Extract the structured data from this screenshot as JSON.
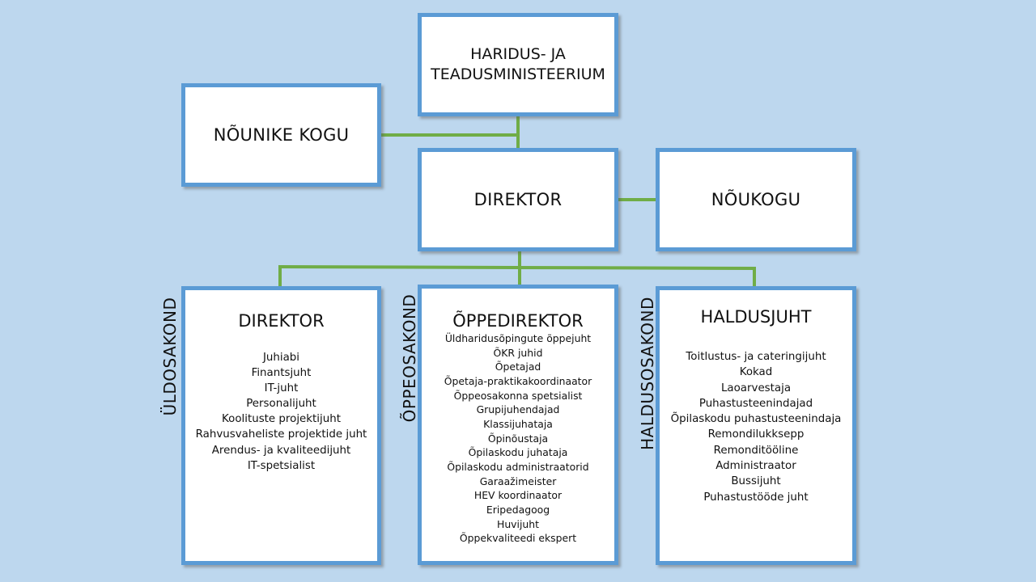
{
  "colors": {
    "background": "#bdd7ee",
    "box_border": "#5b9bd5",
    "connector": "#70ad47"
  },
  "top_box": {
    "line1": "HARIDUS- JA",
    "line2": "TEADUSMINISTEERIUM"
  },
  "noukogu_left": "NÕUNIKE KOGU",
  "director": "DIREKTOR",
  "noukogu_right": "NÕUKOGU",
  "departments": [
    {
      "label": "ÜLDOSAKOND",
      "head": "DIREKTOR",
      "roles": [
        "Juhiabi",
        "Finantsjuht",
        "IT-juht",
        "Personalijuht",
        "Koolituste projektijuht",
        "Rahvusvaheliste projektide juht",
        "Arendus- ja kvaliteedijuht",
        "IT-spetsialist"
      ]
    },
    {
      "label": "ÕPPEOSAKOND",
      "head": "ÕPPEDIREKTOR",
      "roles": [
        "Üldharidusõpingute õppejuht",
        "ÕKR juhid",
        "Õpetajad",
        "Õpetaja-praktikakoordinaator",
        "Õppeosakonna spetsialist",
        "Grupijuhendajad",
        "Klassijuhataja",
        "Õpinõustaja",
        "Õpilaskodu juhataja",
        "Õpilaskodu administraatorid",
        "Garaažimeister",
        "HEV koordinaator",
        "Eripedagoog",
        "Huvijuht",
        "Õppekvaliteedi ekspert"
      ]
    },
    {
      "label": "HALDUSOSAKOND",
      "head": "HALDUSJUHT",
      "roles": [
        "Toitlustus- ja cateringijuht",
        "Kokad",
        "Laoarvestaja",
        "Puhastusteenindajad",
        "Õpilaskodu puhastusteenindaja",
        "Remondilukksepp",
        "Remonditööline",
        "Administraator",
        "Bussijuht",
        "Puhastustööde juht"
      ]
    }
  ]
}
